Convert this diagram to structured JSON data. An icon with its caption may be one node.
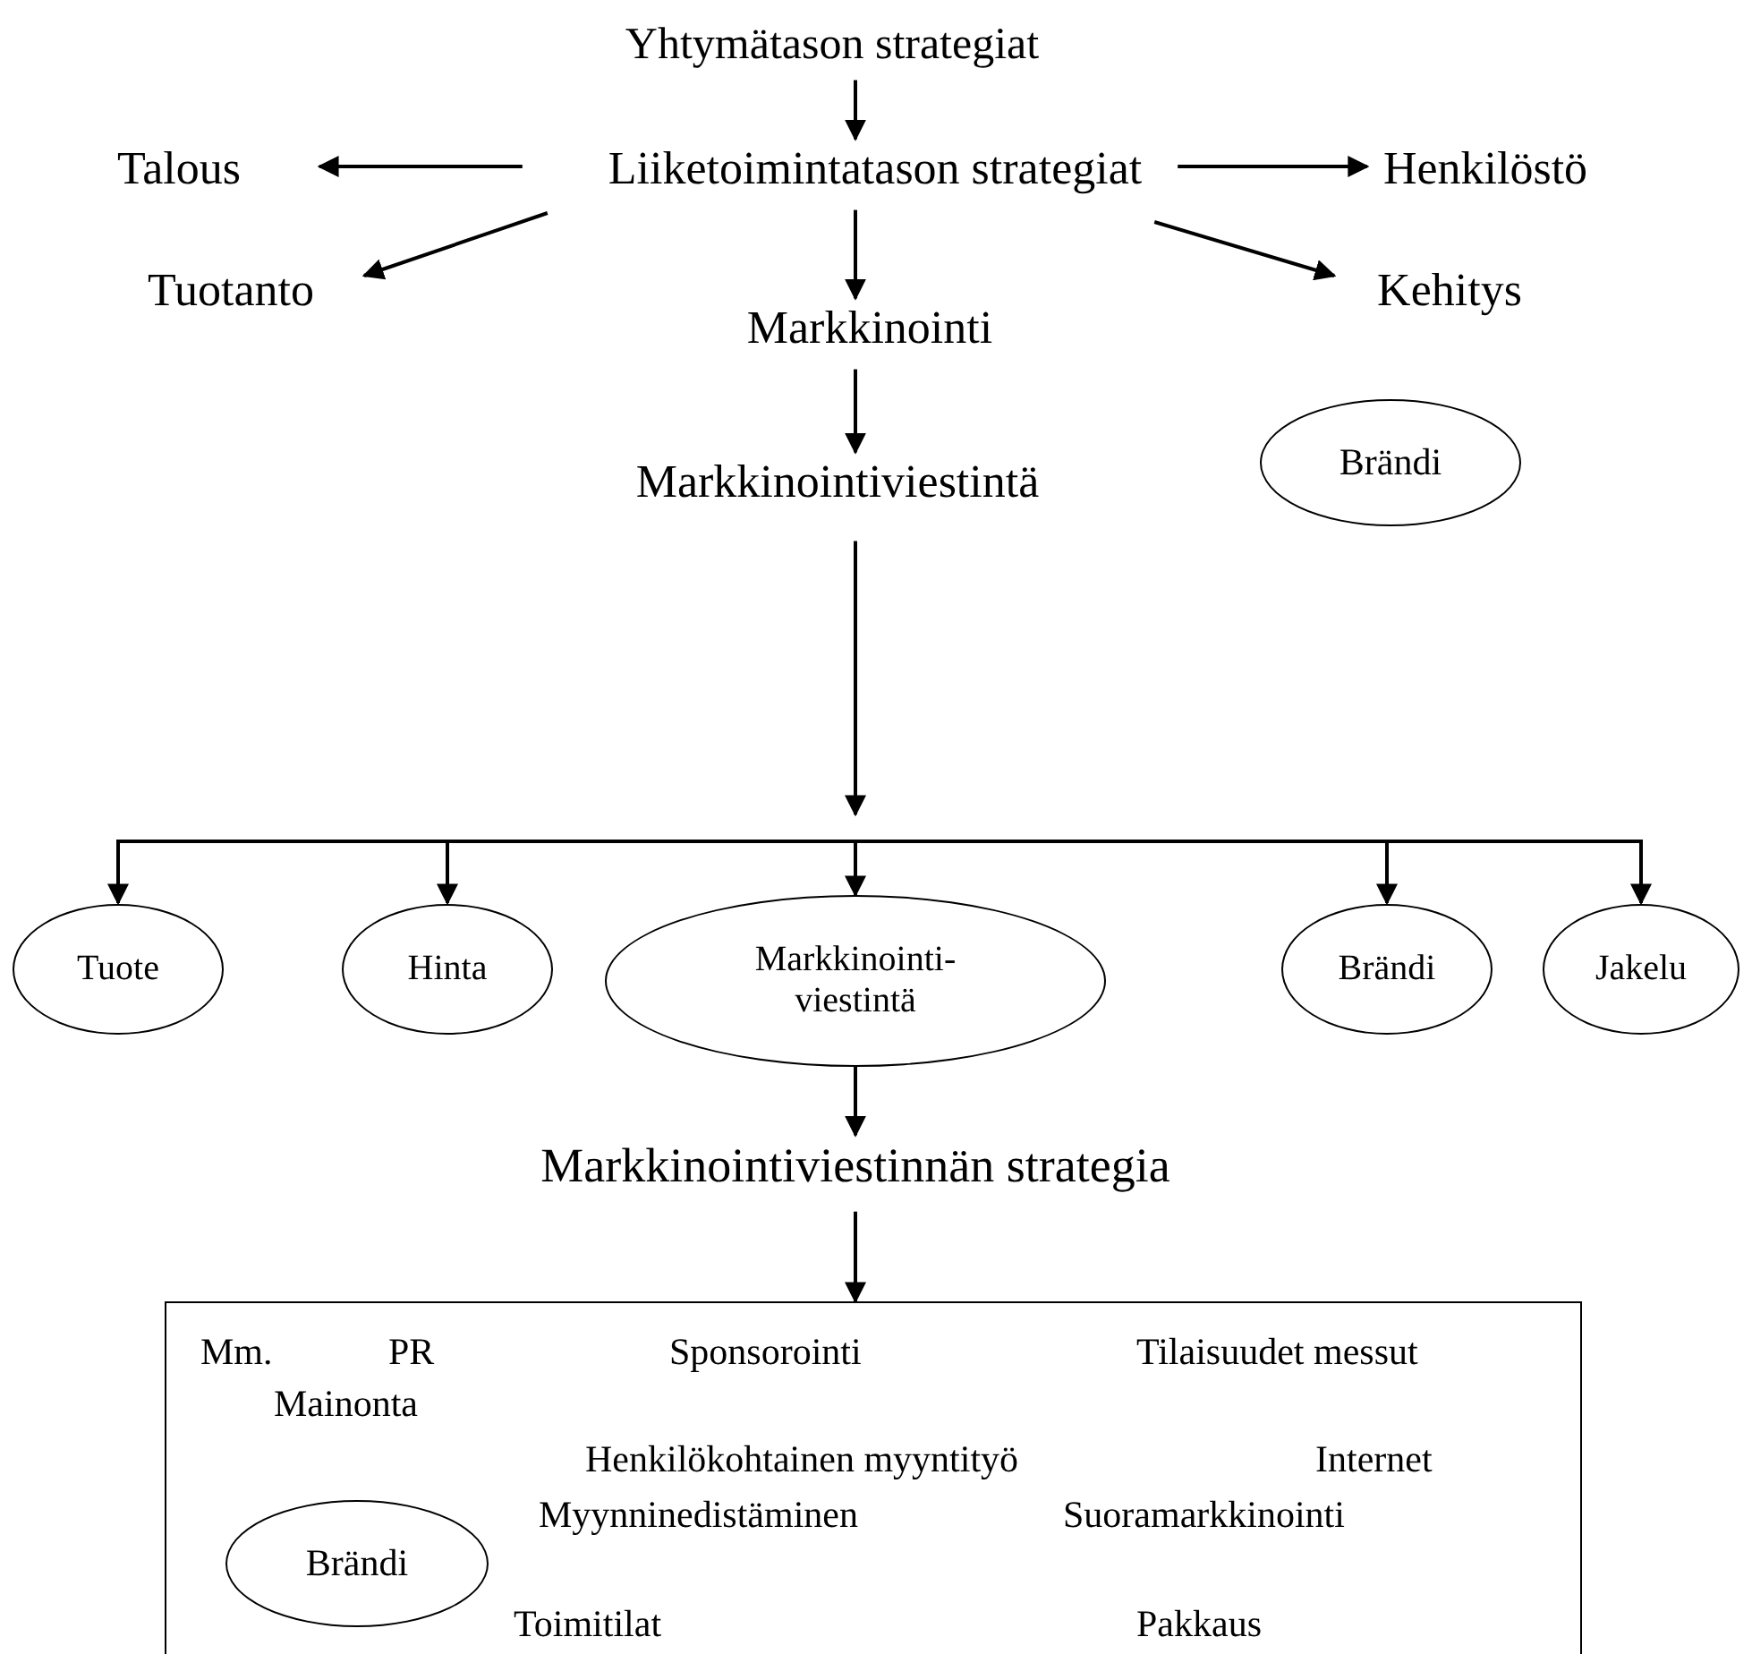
{
  "diagram": {
    "nodes": [
      {
        "text": [
          "Yhtymätason strategiat"
        ]
      },
      {
        "text": [
          "Liiketoimintatason strategiat"
        ]
      },
      {
        "text": [
          "Talous"
        ]
      },
      {
        "text": [
          "Henkilöstö"
        ]
      },
      {
        "text": [
          "Tuotanto"
        ]
      },
      {
        "text": [
          "Kehitys"
        ]
      },
      {
        "text": [
          "Markkinointi"
        ]
      },
      {
        "text": [
          "Markkinointiviestintä"
        ]
      },
      {
        "text": [
          "Brändi"
        ]
      },
      {
        "text": [
          "Tuote"
        ]
      },
      {
        "text": [
          "Hinta"
        ]
      },
      {
        "text": [
          "Markkinointi-viestintä"
        ]
      },
      {
        "text": [
          "Brändi"
        ]
      },
      {
        "text": [
          "Jakelu"
        ]
      },
      {
        "text": [
          "Markkinointiviestinnän strategia"
        ]
      },
      {
        "text": [
          "Mm.",
          "PR",
          "Sponsorointi",
          "Tilaisuudet messut",
          "Mainonta",
          "Henkilökohtainen myyntityö",
          "Internet",
          "Myynninedistäminen",
          "Suoramarkkinointi",
          "Toimitilat",
          "Pakkaus"
        ]
      },
      {
        "text": [
          "Brändi"
        ],
        "in": 15
      }
    ],
    "edges": [
      {
        "from": 0,
        "to": 1,
        "arrow": "to"
      },
      {
        "from": 1,
        "to": 2,
        "arrow": "to"
      },
      {
        "from": 1,
        "to": 3,
        "arrow": "to"
      },
      {
        "from": 1,
        "to": 4,
        "arrow": "to"
      },
      {
        "from": 1,
        "to": 5,
        "arrow": "to"
      },
      {
        "from": 1,
        "to": 6,
        "arrow": "to"
      },
      {
        "from": 6,
        "to": 7,
        "arrow": "to"
      },
      {
        "from": 7,
        "to": null,
        "arrow": "to"
      },
      {
        "from": null,
        "to": 9,
        "arrow": "to"
      },
      {
        "from": null,
        "to": 10,
        "arrow": "to"
      },
      {
        "from": null,
        "to": 11,
        "arrow": "to"
      },
      {
        "from": null,
        "to": 12,
        "arrow": "to"
      },
      {
        "from": null,
        "to": 13,
        "arrow": "to"
      },
      {
        "from": 11,
        "to": 14,
        "arrow": "to"
      },
      {
        "from": 14,
        "to": 15,
        "arrow": "to"
      }
    ]
  }
}
